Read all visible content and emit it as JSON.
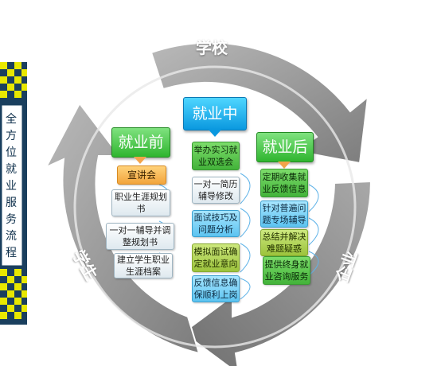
{
  "ring": {
    "top_label": "学校",
    "left_label": "学生",
    "right_label": "企业"
  },
  "sidebar": {
    "text": "全方位就业服务流程"
  },
  "phases": {
    "before": {
      "title": "就业前",
      "steps": [
        "宣讲会",
        "职业生涯规划书",
        "一对一辅导并调整规划书",
        "建立学生职业生涯档案"
      ]
    },
    "during": {
      "title": "就业中",
      "steps": [
        "举办实习就业双选会",
        "一对一简历辅导修改",
        "面试技巧及问题分析",
        "模拟面试确定就业意向",
        "反馈信息确保顺利上岗"
      ]
    },
    "after": {
      "title": "就业后",
      "steps": [
        "定期收集就业反馈信息",
        "针对普遍问题专场辅导",
        "总结并解决难题疑惑",
        "提供终身就业咨询服务"
      ]
    }
  },
  "colors": {
    "ring": "#9a9a9a",
    "green": "#3cb53c",
    "blue": "#0a98df",
    "orange": "#f2a53d"
  }
}
